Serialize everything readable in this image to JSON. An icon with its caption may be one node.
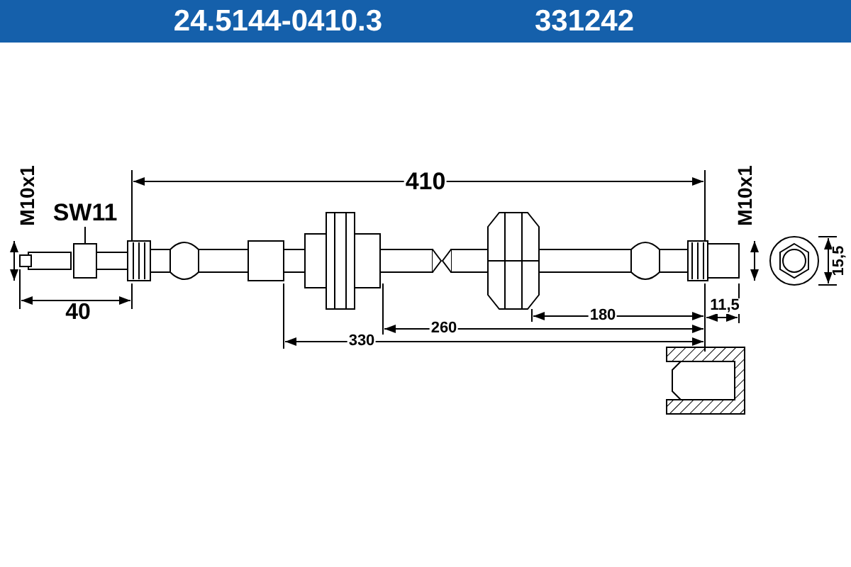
{
  "diagram": {
    "labels": [
      "24.5144-0410.3",
      "331242",
      "M10x1",
      "SW11",
      "410",
      "M10x1",
      "40",
      "330",
      "260",
      "180",
      "11,5",
      "15,5"
    ]
  }
}
